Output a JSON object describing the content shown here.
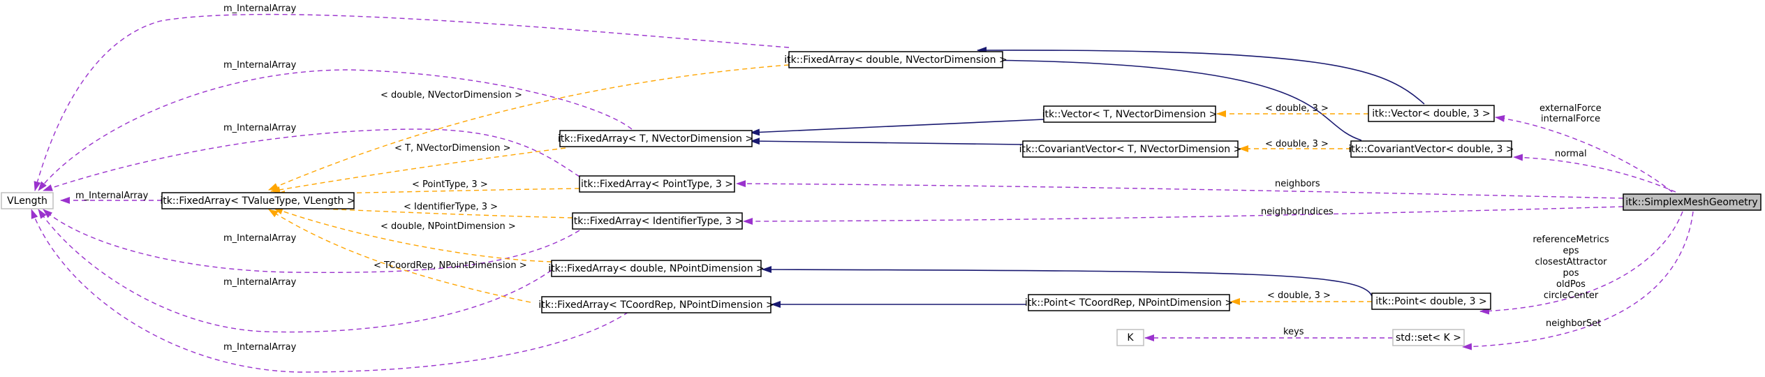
{
  "nodes": {
    "vlength": "VLength",
    "fa_tvalue": "itk::FixedArray< TValueType, VLength >",
    "fa_double_nvec": "itk::FixedArray< double, NVectorDimension >",
    "fa_t_nvec": "itk::FixedArray< T, NVectorDimension >",
    "fa_pointtype": "itk::FixedArray< PointType, 3 >",
    "fa_identifier": "itk::FixedArray< IdentifierType, 3 >",
    "fa_double_npoint": "itk::FixedArray< double, NPointDimension >",
    "fa_tcoord_npoint": "itk::FixedArray< TCoordRep, NPointDimension >",
    "vector_t": "itk::Vector< T, NVectorDimension >",
    "covvector_t": "itk::CovariantVector< T, NVectorDimension >",
    "point_tcoord": "itk::Point< TCoordRep, NPointDimension >",
    "vector_d3": "itk::Vector< double, 3 >",
    "covvector_d3": "itk::CovariantVector< double, 3 >",
    "point_d3": "itk::Point< double, 3 >",
    "k": "K",
    "set_k": "std::set< K >",
    "simplex": "itk::SimplexMeshGeometry"
  },
  "edge_labels": {
    "m_internal_array": "m_InternalArray",
    "t_double_nvec": "< double, NVectorDimension >",
    "t_t_nvec": "< T, NVectorDimension >",
    "t_pointtype": "< PointType, 3 >",
    "t_identifier": "< IdentifierType, 3 >",
    "t_double_npoint": "< double, NPointDimension >",
    "t_tcoord_npoint": "< TCoordRep, NPointDimension >",
    "t_double_3": "< double, 3 >",
    "external_force": "externalForce",
    "internal_force": "internalForce",
    "normal": "normal",
    "neighbors": "neighbors",
    "neighbor_indices": "neighborIndices",
    "reference_metrics": "referenceMetrics",
    "eps": "eps",
    "closest_attractor": "closestAttractor",
    "pos": "pos",
    "old_pos": "oldPos",
    "circle_center": "circleCenter",
    "keys": "keys",
    "neighbor_set": "neighborSet"
  },
  "colors": {
    "inheritance": "#191970",
    "template": "#ffa500",
    "member": "#9a32cd",
    "focus_fill": "#bfbfbf",
    "external_border": "#bfbfbf"
  }
}
